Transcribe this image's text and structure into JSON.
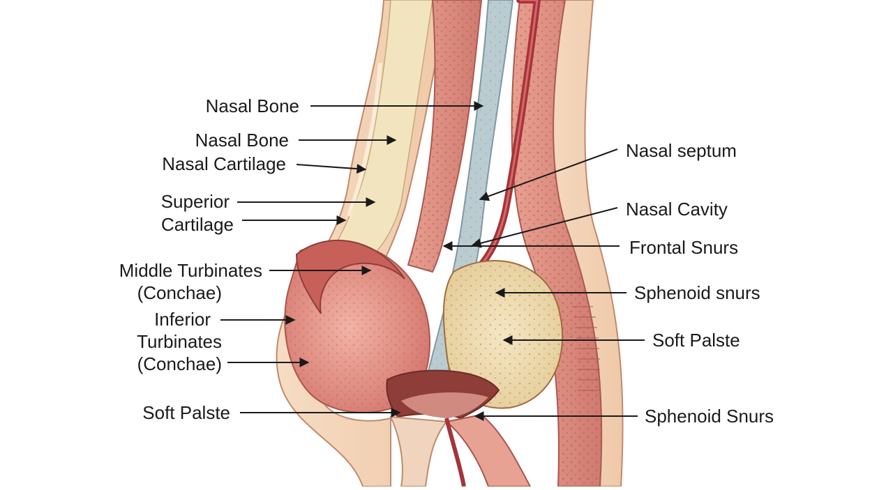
{
  "colors": {
    "skin": "#f2c9b0",
    "bone": "#f3e6c6",
    "bone_dots": "#c9a06a",
    "muscle": "#d98a7e",
    "muscle_dark": "#b85a55",
    "mucosa": "#e79a8c",
    "septum_blue": "#a9c3cc",
    "vessel": "#a5333a",
    "line": "#1a1a1a"
  },
  "labels_left": [
    {
      "id": "nasal-bone-top",
      "text": "Nasal Bone"
    },
    {
      "id": "nasal-bone",
      "text": "Nasal Bone"
    },
    {
      "id": "nasal-cartilage",
      "text": "Nasal Cartilage"
    },
    {
      "id": "superior",
      "text": "Superior"
    },
    {
      "id": "cartilage",
      "text": "Cartilage"
    },
    {
      "id": "middle-turbinates",
      "text": "Middle Turbinates"
    },
    {
      "id": "middle-conchae",
      "text": "(Conchae)"
    },
    {
      "id": "inferior",
      "text": "Inferior"
    },
    {
      "id": "inferior-turbinates",
      "text": "Turbinates"
    },
    {
      "id": "inferior-conchae",
      "text": "(Conchae)"
    },
    {
      "id": "soft-palste-left",
      "text": "Soft Palste"
    }
  ],
  "labels_right": [
    {
      "id": "nasal-septum",
      "text": "Nasal septum"
    },
    {
      "id": "nasal-cavity",
      "text": "Nasal Cavity"
    },
    {
      "id": "frontal-snurs",
      "text": "Frontal Snurs"
    },
    {
      "id": "sphenoid-snurs",
      "text": "Sphenoid snurs"
    },
    {
      "id": "soft-palste-right",
      "text": "Soft Palste"
    },
    {
      "id": "sphenoid-snurs-bottom",
      "text": "Sphenoid Snurs"
    }
  ]
}
